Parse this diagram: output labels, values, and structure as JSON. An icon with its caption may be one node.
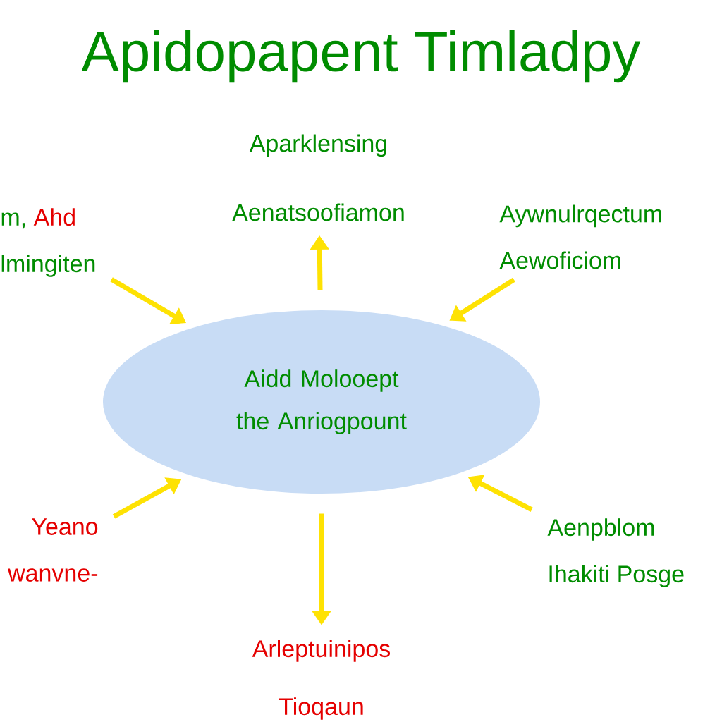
{
  "diagram": {
    "title": "Apidopapent Timladpy",
    "nodes": [
      {
        "text": [
          "Aidd Molooept the Anriogpount"
        ]
      },
      {
        "text": [
          "Aparklensing",
          "Aenatsoofiamon"
        ]
      },
      {
        "text": [
          "m,",
          "Ahd",
          "lmingiten"
        ]
      },
      {
        "text": [
          "Aywnulrqectum",
          "Aewoficiom"
        ]
      },
      {
        "text": [
          "Yeano",
          "wanvne-"
        ]
      },
      {
        "text": [
          "Aenpblom",
          "Ihakiti Posge"
        ]
      },
      {
        "text": [
          "Arleptuinipos",
          "Tioqaun"
        ]
      }
    ],
    "edges": [
      {
        "from": 0,
        "to": 1,
        "arrow": "to"
      },
      {
        "from": 2,
        "to": 0,
        "arrow": "to"
      },
      {
        "from": 3,
        "to": 0,
        "arrow": "to"
      },
      {
        "from": 4,
        "to": 0,
        "arrow": "to"
      },
      {
        "from": 5,
        "to": 0,
        "arrow": "to"
      },
      {
        "from": 0,
        "to": 6,
        "arrow": "to"
      }
    ]
  }
}
